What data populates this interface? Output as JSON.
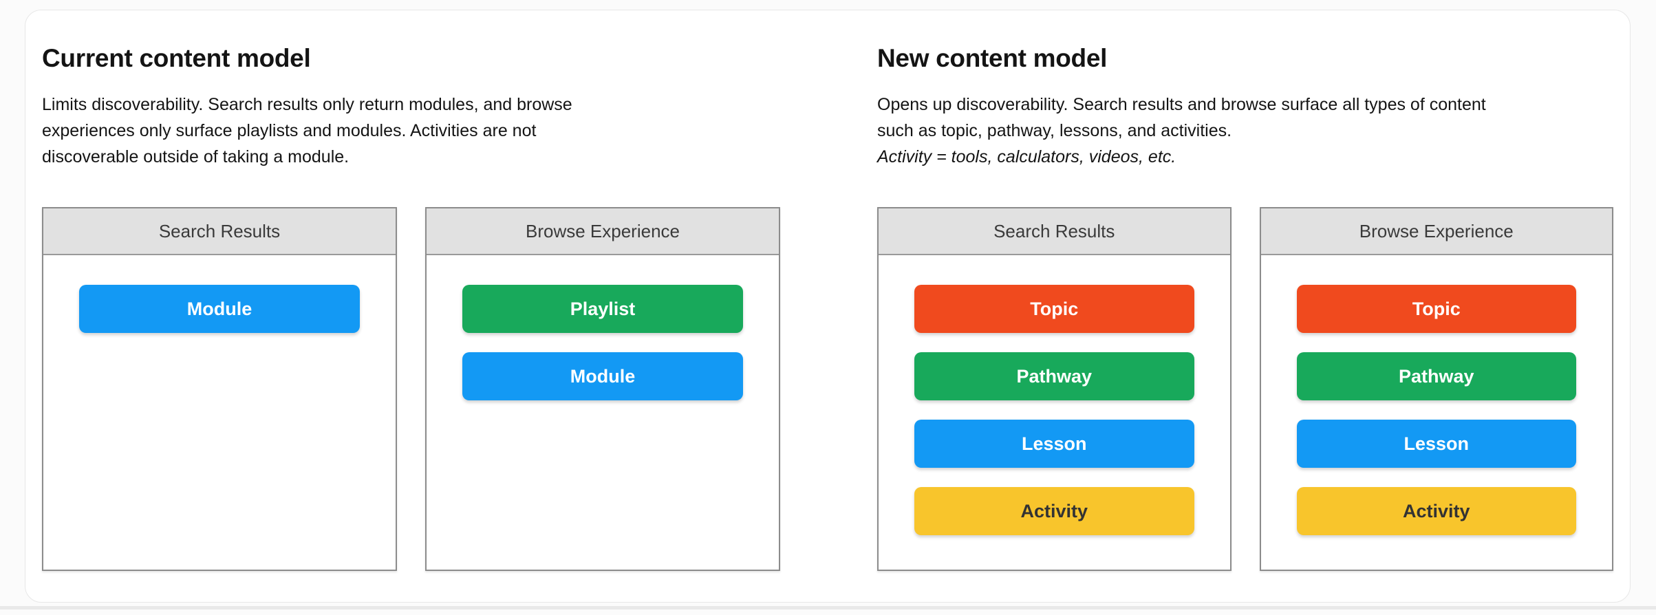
{
  "colors": {
    "page_bg": "#fbfbfb",
    "card_bg": "#ffffff",
    "box_border": "#8c8c8c",
    "box_header_bg": "#e1e1e1",
    "topic_red": "#F04A1E",
    "pathway_green": "#18A95B",
    "lesson_blue": "#1399F4",
    "activity_yellow": "#F8C52C",
    "light_text": "#ffffff",
    "dark_text": "#333333"
  },
  "panels": [
    {
      "title": "Current content model",
      "description_lines": [
        "Limits discoverability. Search results only return modules, and browse",
        "experiences only surface playlists and modules. Activities are not",
        "discoverable outside of taking a module."
      ],
      "boxes": [
        {
          "title": "Search Results",
          "items": [
            {
              "label": "Module",
              "bg": "#1399F4",
              "fg": "#ffffff"
            }
          ]
        },
        {
          "title": "Browse Experience",
          "items": [
            {
              "label": "Playlist",
              "bg": "#18A95B",
              "fg": "#ffffff"
            },
            {
              "label": "Module",
              "bg": "#1399F4",
              "fg": "#ffffff"
            }
          ]
        }
      ]
    },
    {
      "title": "New content model",
      "description_lines": [
        "Opens up discoverability. Search results and browse surface all types of content",
        "such as topic, pathway, lessons, and activities."
      ],
      "note": "Activity = tools, calculators, videos, etc.",
      "boxes": [
        {
          "title": "Search Results",
          "items": [
            {
              "label": "Topic",
              "bg": "#F04A1E",
              "fg": "#ffffff"
            },
            {
              "label": "Pathway",
              "bg": "#18A95B",
              "fg": "#ffffff"
            },
            {
              "label": "Lesson",
              "bg": "#1399F4",
              "fg": "#ffffff"
            },
            {
              "label": "Activity",
              "bg": "#F8C52C",
              "fg": "#333333"
            }
          ]
        },
        {
          "title": "Browse Experience",
          "items": [
            {
              "label": "Topic",
              "bg": "#F04A1E",
              "fg": "#ffffff"
            },
            {
              "label": "Pathway",
              "bg": "#18A95B",
              "fg": "#ffffff"
            },
            {
              "label": "Lesson",
              "bg": "#1399F4",
              "fg": "#ffffff"
            },
            {
              "label": "Activity",
              "bg": "#F8C52C",
              "fg": "#333333"
            }
          ]
        }
      ]
    }
  ]
}
